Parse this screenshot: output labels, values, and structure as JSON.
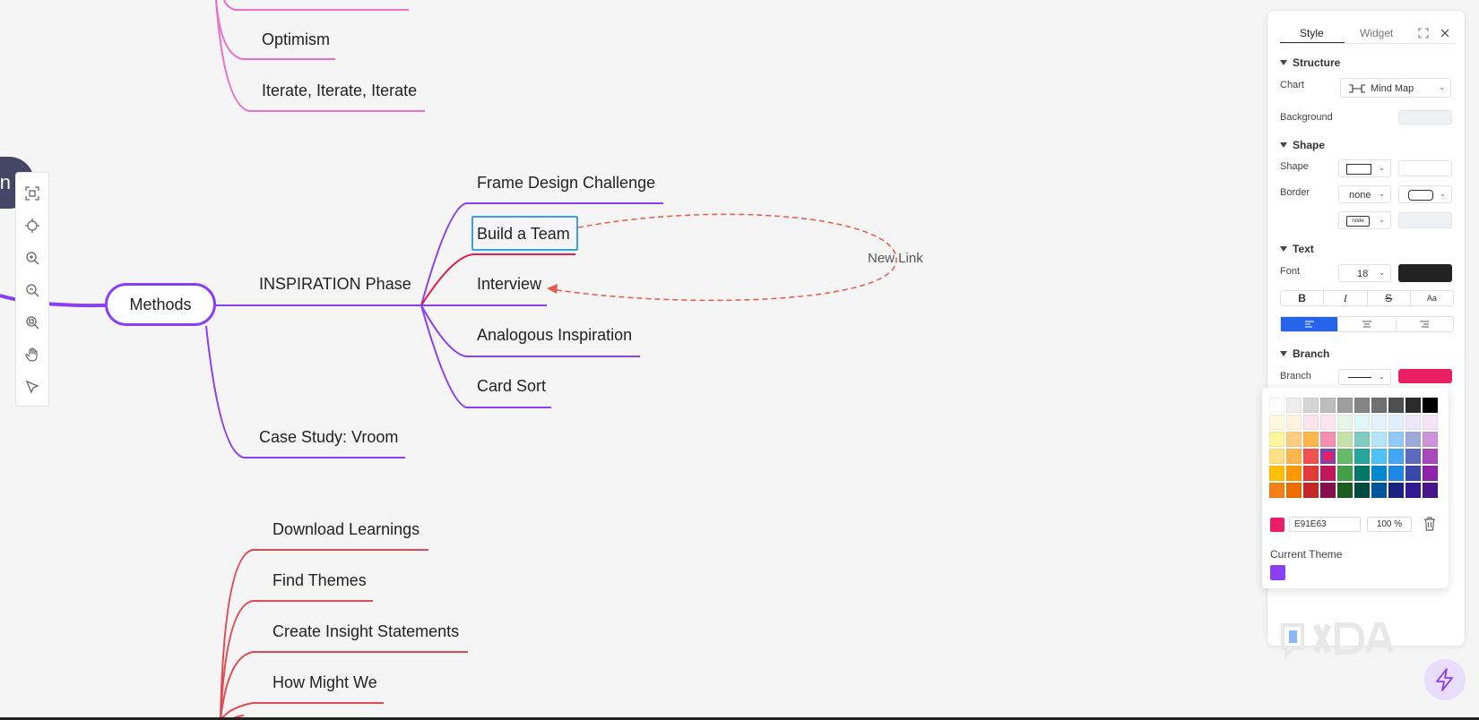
{
  "mindmap": {
    "root": "Methods",
    "top_nodes": [
      "Optimism",
      "Iterate, Iterate, Iterate"
    ],
    "branch": "INSPIRATION Phase",
    "children": [
      "Frame Design Challenge",
      "Build a Team",
      "Interview",
      "Analogous Inspiration",
      "Card Sort"
    ],
    "sibling": "Case Study: Vroom",
    "lower_nodes": [
      "Download Learnings",
      "Find Themes",
      "Create Insight Statements",
      "How Might We"
    ],
    "selected": "Build a Team",
    "link_label": "New Link",
    "partial_node_text": "n"
  },
  "toolbar": {
    "icons": [
      "fit-screen-icon",
      "locate-icon",
      "zoom-in-icon",
      "zoom-out-icon",
      "zoom-reset-icon",
      "hand-icon",
      "pointer-icon"
    ]
  },
  "panel": {
    "tabs": [
      "Style",
      "Widget"
    ],
    "active_tab": "Style",
    "structure": {
      "title": "Structure",
      "chart_label": "Chart",
      "chart_value": "Mind Map",
      "background_label": "Background"
    },
    "shape": {
      "title": "Shape",
      "shape_label": "Shape",
      "border_label": "Border",
      "border_value": "none",
      "node_preview": "node"
    },
    "text": {
      "title": "Text",
      "font_label": "Font",
      "font_size": "18",
      "font_color": "#222222",
      "case_label": "Aa"
    },
    "branch": {
      "title": "Branch",
      "branch_label": "Branch",
      "branch_color": "#E91E63"
    }
  },
  "picker": {
    "hex": "E91E63",
    "alpha": "100 %",
    "current_theme_label": "Current Theme",
    "theme_color": "#8a3ff5",
    "selected_color": "#E91E63",
    "palette": [
      [
        "#ffffff",
        "#eeeeee",
        "#d6d6d6",
        "#bdbdbd",
        "#9e9e9e",
        "#858585",
        "#707070",
        "#4f4f4f",
        "#2b2b2b",
        "#000000"
      ],
      [
        "#fff8e1",
        "#fff3e0",
        "#fce4ec",
        "#fce4f1",
        "#e8f5e9",
        "#e0f7fa",
        "#e3f2fd",
        "#e3eefc",
        "#ede7f6",
        "#f3e5f5"
      ],
      [
        "#fff59d",
        "#ffcc80",
        "#ffb74d",
        "#f48fb1",
        "#c5e1a5",
        "#80cbc4",
        "#b3e5fc",
        "#90caf9",
        "#9fa8da",
        "#ce93d8"
      ],
      [
        "#ffe082",
        "#ffb74d",
        "#ef5350",
        "#e91e63",
        "#66bb6a",
        "#26a69a",
        "#4fc3f7",
        "#42a5f5",
        "#5c6bc0",
        "#ab47bc"
      ],
      [
        "#ffc107",
        "#ff9800",
        "#e53935",
        "#c2185b",
        "#43a047",
        "#00796b",
        "#0288d1",
        "#1e88e5",
        "#3949ab",
        "#8e24aa"
      ],
      [
        "#f57f17",
        "#ef6c00",
        "#c62828",
        "#880e4f",
        "#1b5e20",
        "#004d40",
        "#01579b",
        "#1a237e",
        "#311b92",
        "#4a148c"
      ]
    ]
  },
  "watermark": "XDA",
  "colors": {
    "purple": "#8a3ff5",
    "pink": "#ee6fc6",
    "red": "#e04a55",
    "crimson": "#e11d48",
    "link": "#e85a4a",
    "select": "#3aa0e8"
  }
}
